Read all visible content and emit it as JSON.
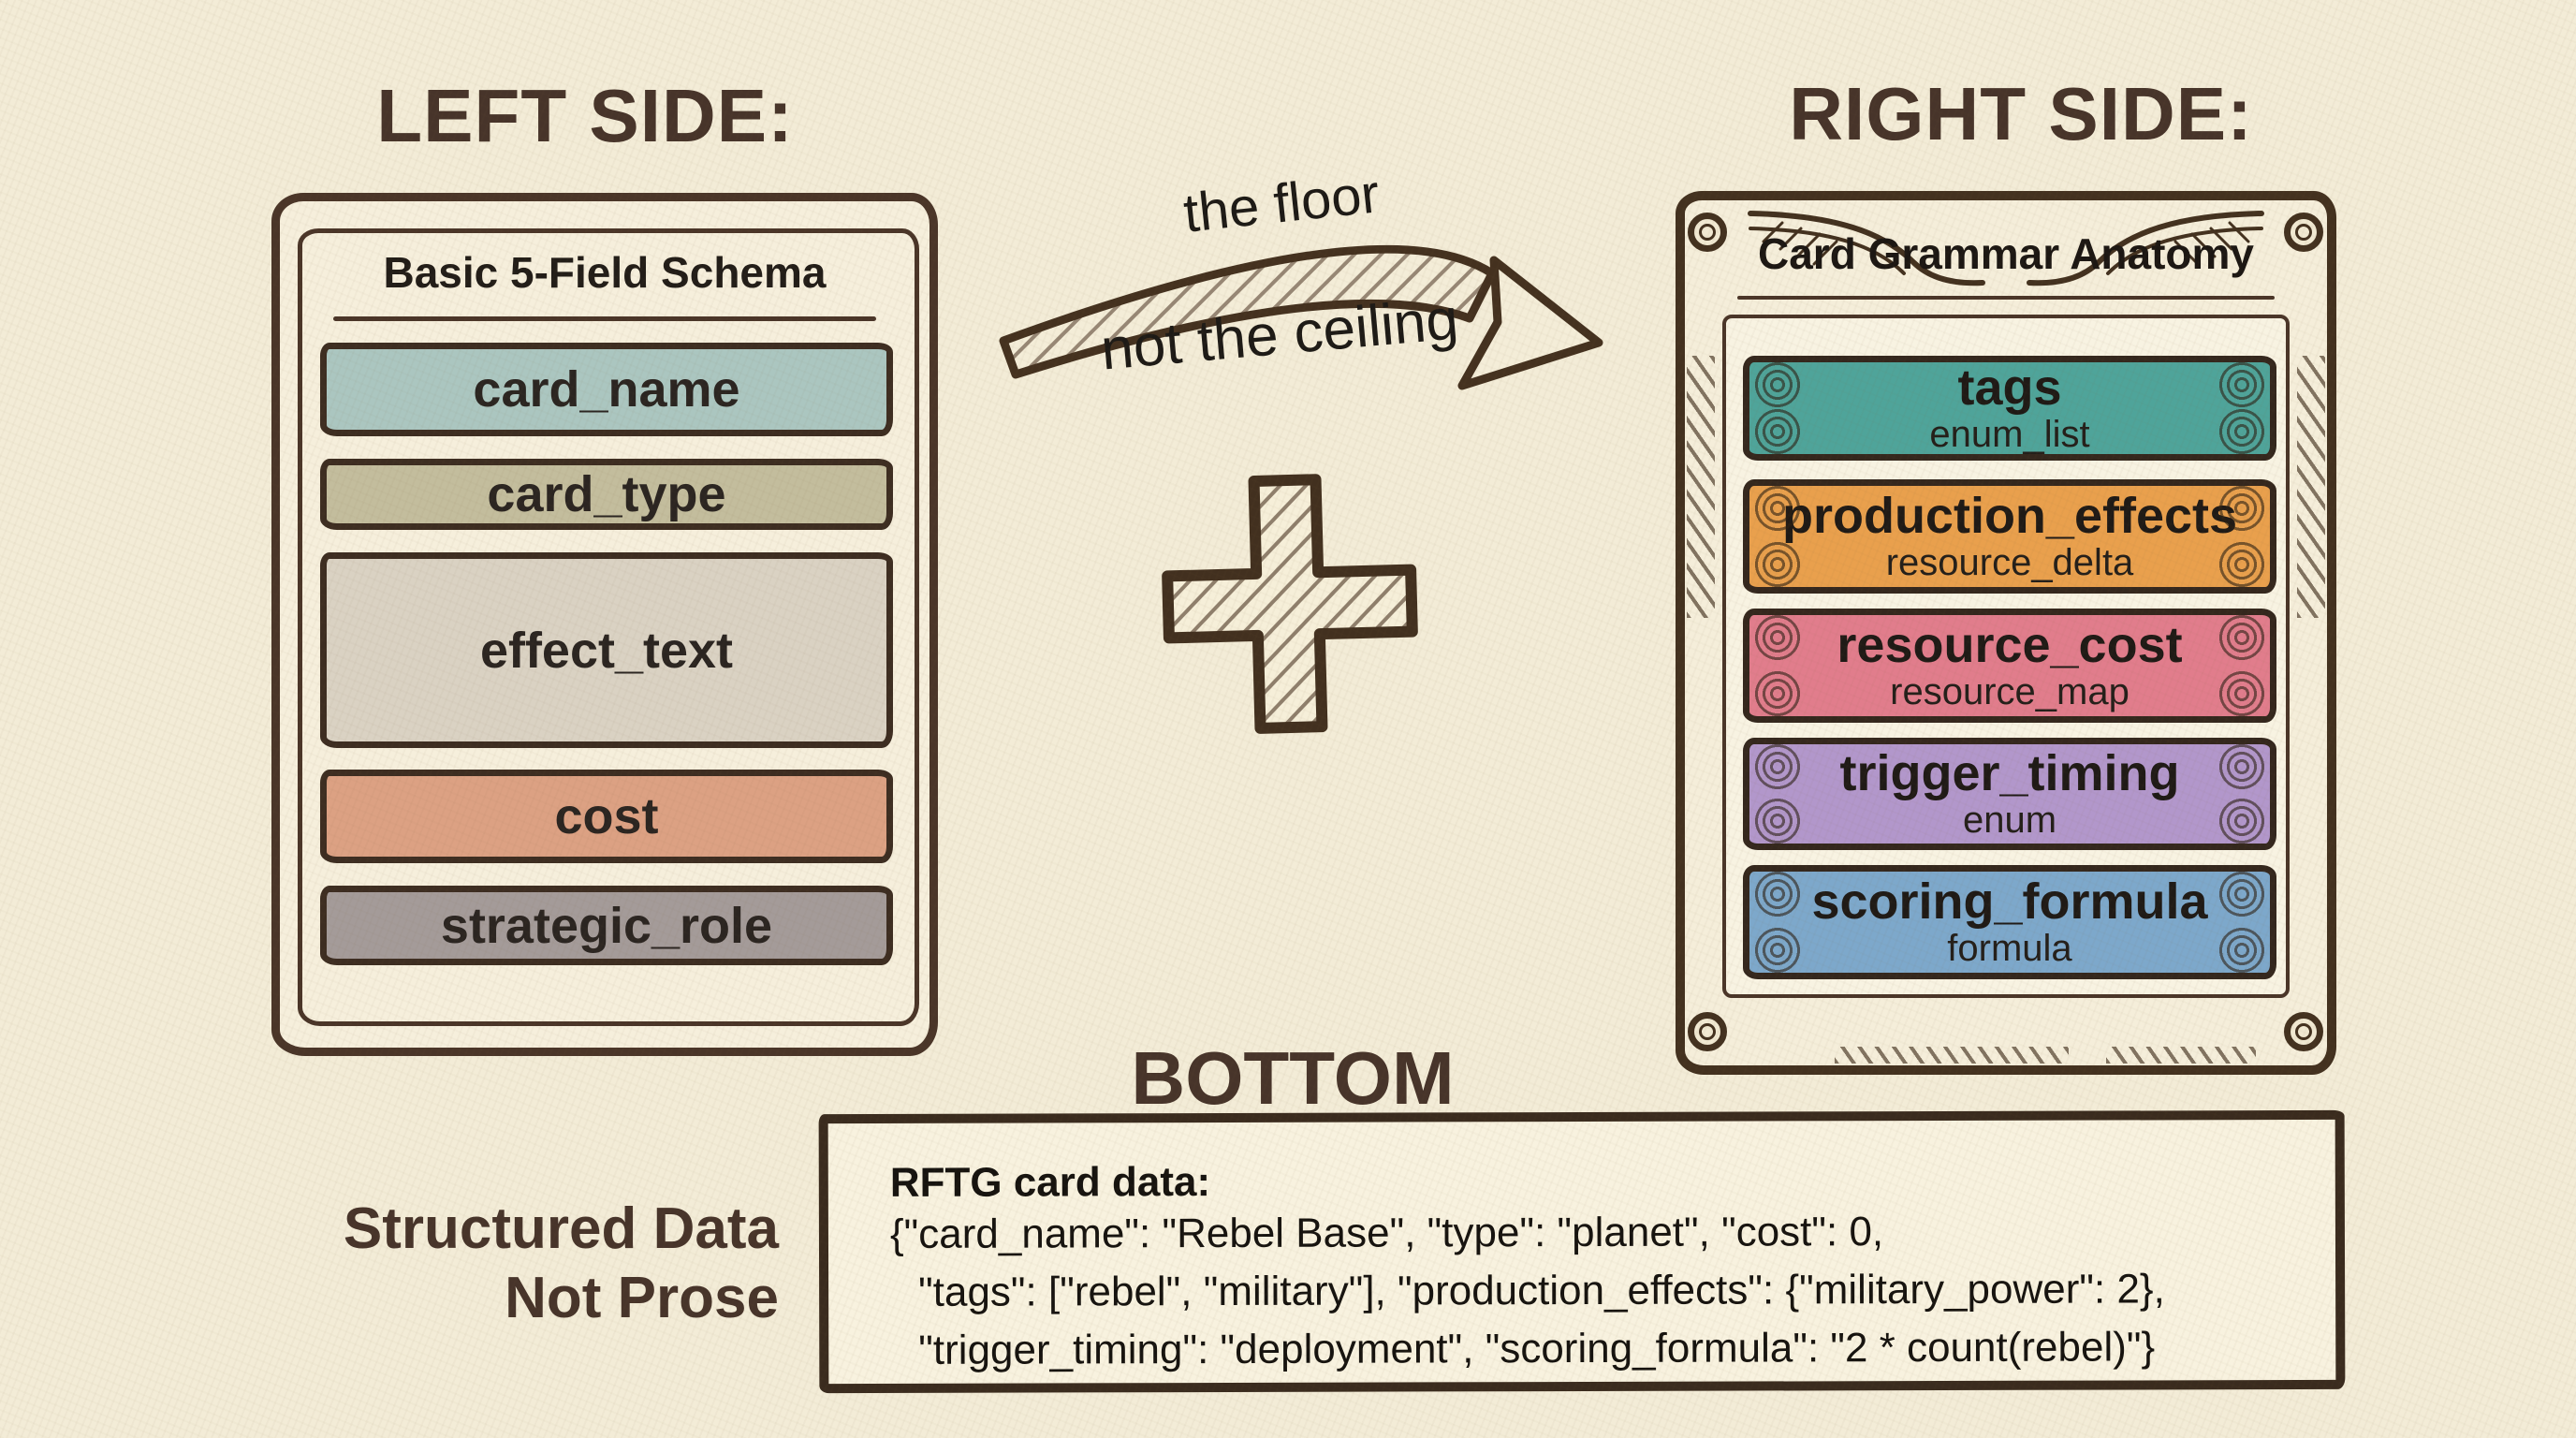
{
  "page": {
    "left_title": "LEFT SIDE:",
    "right_title": "RIGHT SIDE:",
    "bottom_title": "BOTTOM",
    "background_color": "#f3ecd7",
    "ink_color": "#47342a"
  },
  "left_card": {
    "header": "Basic 5-Field Schema",
    "fields": [
      {
        "label": "card_name",
        "color": "#abc6c0"
      },
      {
        "label": "card_type",
        "color": "#c3bd9d"
      },
      {
        "label": "effect_text",
        "color": "#dad2c3"
      },
      {
        "label": "cost",
        "color": "#dca183"
      },
      {
        "label": "strategic_role",
        "color": "#a49b99"
      }
    ]
  },
  "arrow": {
    "label_top": "the floor",
    "label_bottom": "not the ceiling"
  },
  "right_card": {
    "header": "Card Grammar Anatomy",
    "fields": [
      {
        "label": "tags",
        "sublabel": "enum_list",
        "color": "#4fa49a"
      },
      {
        "label": "production_effects",
        "sublabel": "resource_delta",
        "color": "#e9a04d"
      },
      {
        "label": "resource_cost",
        "sublabel": "resource_map",
        "color": "#e17d8c"
      },
      {
        "label": "trigger_timing",
        "sublabel": "enum",
        "color": "#b297cb"
      },
      {
        "label": "scoring_formula",
        "sublabel": "formula",
        "color": "#7da8cb"
      }
    ]
  },
  "bottom": {
    "aside_line1": "Structured Data",
    "aside_line2": "Not Prose",
    "box_title": "RFTG card data:",
    "code_lines": [
      "{\"card_name\": \"Rebel Base\", \"type\": \"planet\", \"cost\": 0,",
      "\"tags\": [\"rebel\", \"military\"], \"production_effects\": {\"military_power\": 2},",
      "\"trigger_timing\": \"deployment\", \"scoring_formula\": \"2 * count(rebel)\"}"
    ]
  }
}
